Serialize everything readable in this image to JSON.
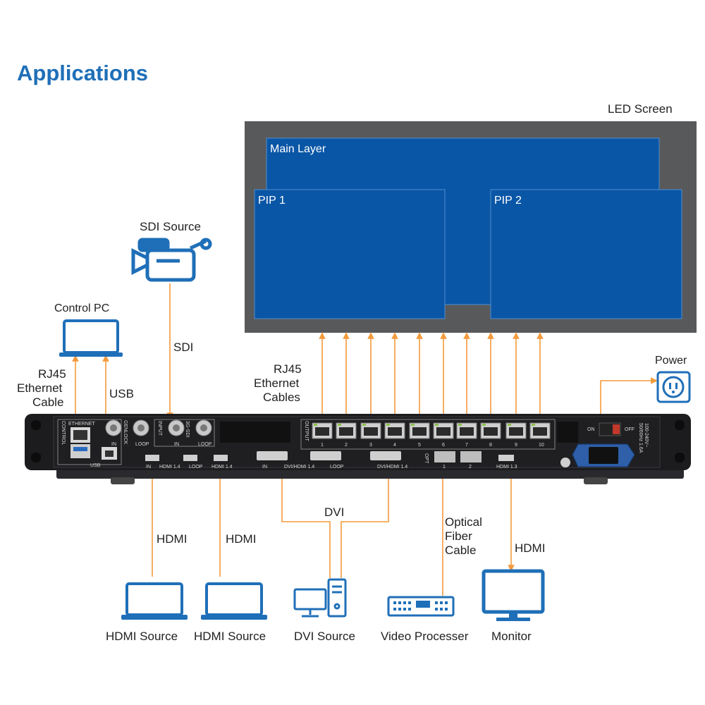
{
  "title": "Applications",
  "screen": {
    "label": "LED Screen",
    "main_layer": "Main Layer",
    "pip1": "PIP 1",
    "pip2": "PIP 2"
  },
  "labels": {
    "sdi_source": "SDI Source",
    "sdi": "SDI",
    "control_pc": "Control PC",
    "rj45_ethernet_cable_l1": "RJ45",
    "rj45_ethernet_cable_l2": "Ethernet",
    "rj45_ethernet_cable_l3": "Cable",
    "usb": "USB",
    "rj45_ethernet_cables_l1": "RJ45",
    "rj45_ethernet_cables_l2": "Ethernet",
    "rj45_ethernet_cables_l3": "Cables",
    "power": "Power",
    "hdmi_1": "HDMI",
    "hdmi_2": "HDMI",
    "dvi": "DVI",
    "optical_l1": "Optical",
    "optical_l2": "Fiber",
    "optical_l3": "Cable",
    "hdmi_monitor": "HDMI"
  },
  "sources": {
    "hdmi_source_1": "HDMI Source",
    "hdmi_source_2": "HDMI Source",
    "dvi_source": "DVI Source",
    "video_processer": "Video Processer",
    "monitor": "Monitor"
  },
  "panel": {
    "control": "CONTROL",
    "ethernet": "ETHERNET",
    "usb": "USB",
    "genlock": "GENLOCK",
    "in": "IN",
    "loop": "LOOP",
    "input": "INPUT",
    "sdi3g": "3G-SDI",
    "hdmi14_1": "HDMI 1.4",
    "hdmi14_2": "HDMI 1.4",
    "dvi_hdmi_1": "DVI/HDMI 1.4",
    "dvi_hdmi_2": "DVI/HDMI 1.4",
    "output": "OUTPUT",
    "opt": "OPT",
    "hdmi13": "HDMI 1.3",
    "on": "ON",
    "off": "OFF",
    "port_numbers": [
      "1",
      "2",
      "3",
      "4",
      "5",
      "6",
      "7",
      "8",
      "9",
      "10"
    ],
    "opt_numbers": [
      "1",
      "2"
    ],
    "rating_l1": "50/60Hz 1.6A",
    "rating_l2": "100-240V~"
  },
  "colors": {
    "accent": "#1f6fb8",
    "arrow": "#f39a3c",
    "screen_frame": "#58595b",
    "layer": "#0a56a6",
    "device": "#1c1c1f",
    "icon": "#1f6fb8"
  }
}
